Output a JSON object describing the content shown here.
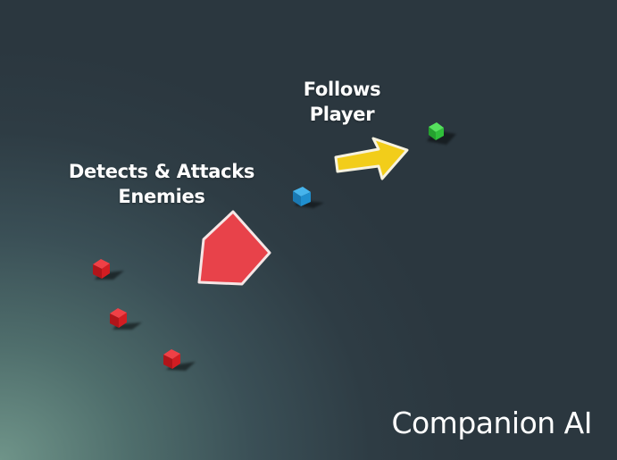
{
  "scene": {
    "title": "Companion AI",
    "labels": {
      "follows_line1": "Follows",
      "follows_line2": "Player",
      "detects_line1": "Detects & Attacks",
      "detects_line2": "Enemies"
    },
    "colors": {
      "player": "#2fbf3a",
      "companion": "#1f8fcf",
      "enemy": "#d21d22",
      "follow_arrow": "#f2cd1a",
      "attack_arrow": "#e8424a"
    },
    "entities": [
      {
        "role": "player",
        "icon": "green-cube-icon"
      },
      {
        "role": "companion",
        "icon": "blue-cube-icon"
      },
      {
        "role": "enemy",
        "icon": "red-cube-icon"
      },
      {
        "role": "enemy",
        "icon": "red-cube-icon"
      },
      {
        "role": "enemy",
        "icon": "red-cube-icon"
      }
    ]
  }
}
